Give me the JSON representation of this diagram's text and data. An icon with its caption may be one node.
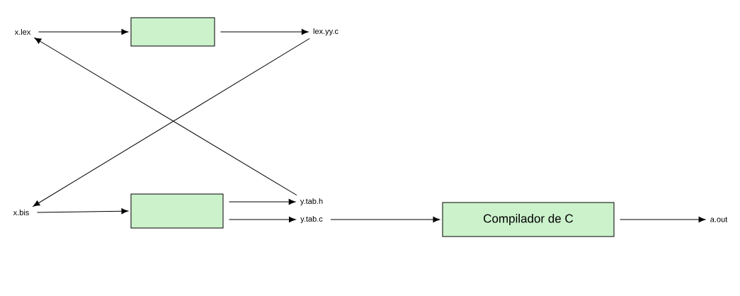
{
  "diagram": {
    "nodes": [
      {
        "text": [
          "x.lex"
        ]
      },
      {
        "text": [],
        "shape": "box"
      },
      {
        "text": [
          "lex.yy.c"
        ]
      },
      {
        "text": [
          "x.bis"
        ]
      },
      {
        "text": [],
        "shape": "box"
      },
      {
        "text": [
          "y.tab.h"
        ]
      },
      {
        "text": [
          "y.tab.c"
        ]
      },
      {
        "text": [
          "Compilador de C"
        ]
      },
      {
        "text": [
          "a.out"
        ]
      }
    ],
    "edges": [
      {
        "from": 0,
        "to": 1,
        "arrow": "to"
      },
      {
        "from": 1,
        "to": 2,
        "arrow": "to"
      },
      {
        "from": 2,
        "to": 3,
        "arrow": "to"
      },
      {
        "from": 5,
        "to": 0,
        "arrow": "to"
      },
      {
        "from": 3,
        "to": 4,
        "arrow": "to"
      },
      {
        "from": 4,
        "to": 5,
        "arrow": "to"
      },
      {
        "from": 4,
        "to": 6,
        "arrow": "to"
      },
      {
        "from": 6,
        "to": 7,
        "arrow": "to"
      },
      {
        "from": 7,
        "to": 8,
        "arrow": "to"
      }
    ]
  }
}
